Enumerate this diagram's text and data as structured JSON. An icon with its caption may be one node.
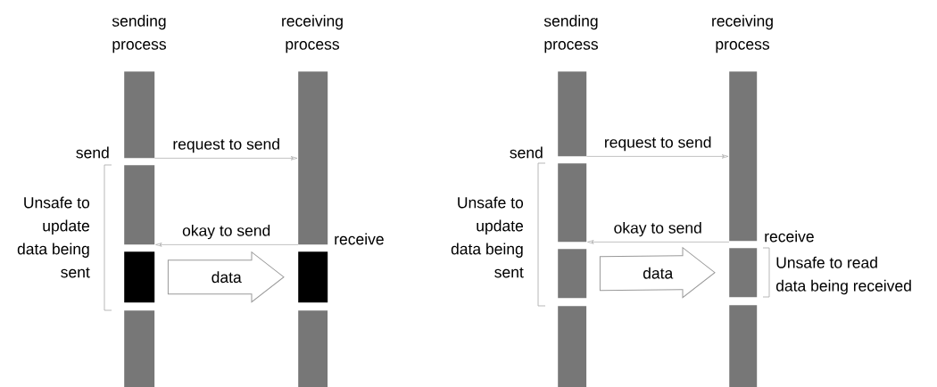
{
  "diagram": {
    "nodes": [
      {
        "text": [],
        "shape": "bar"
      },
      {
        "text": [],
        "shape": "bar"
      },
      {
        "text": [],
        "shape": "bar"
      },
      {
        "text": [],
        "shape": "bar"
      },
      {
        "text": [],
        "shape": "bar"
      },
      {
        "text": [],
        "shape": "bar"
      },
      {
        "text": [],
        "shape": "bar"
      },
      {
        "text": [],
        "shape": "bar"
      },
      {
        "text": [],
        "shape": "bar"
      },
      {
        "text": [],
        "shape": "bar"
      },
      {
        "text": [],
        "shape": "bar"
      },
      {
        "text": [],
        "shape": "bar"
      },
      {
        "text": [],
        "shape": "bar"
      },
      {
        "text": [],
        "shape": "bar"
      }
    ],
    "edges": [
      {
        "from": 0,
        "to": 4,
        "arrow": "to",
        "label": "request to send"
      },
      {
        "from": 4,
        "to": 1,
        "arrow": "to",
        "label": "okay to send"
      },
      {
        "from": 2,
        "to": 5,
        "arrow": "to",
        "label": "data",
        "style": "thick"
      },
      {
        "from": 7,
        "to": 11,
        "arrow": "to",
        "label": "request to send"
      },
      {
        "from": 11,
        "to": 8,
        "arrow": "to",
        "label": "okay to send"
      },
      {
        "from": 9,
        "to": 12,
        "arrow": "to",
        "label": "data",
        "style": "thick"
      }
    ],
    "labels": [
      "sending process",
      "receiving process",
      "send",
      "Unsafe to update data being sent",
      "receive",
      "sending process",
      "receiving process",
      "send",
      "Unsafe to update data being sent",
      "receive",
      "Unsafe to read data being received"
    ]
  }
}
